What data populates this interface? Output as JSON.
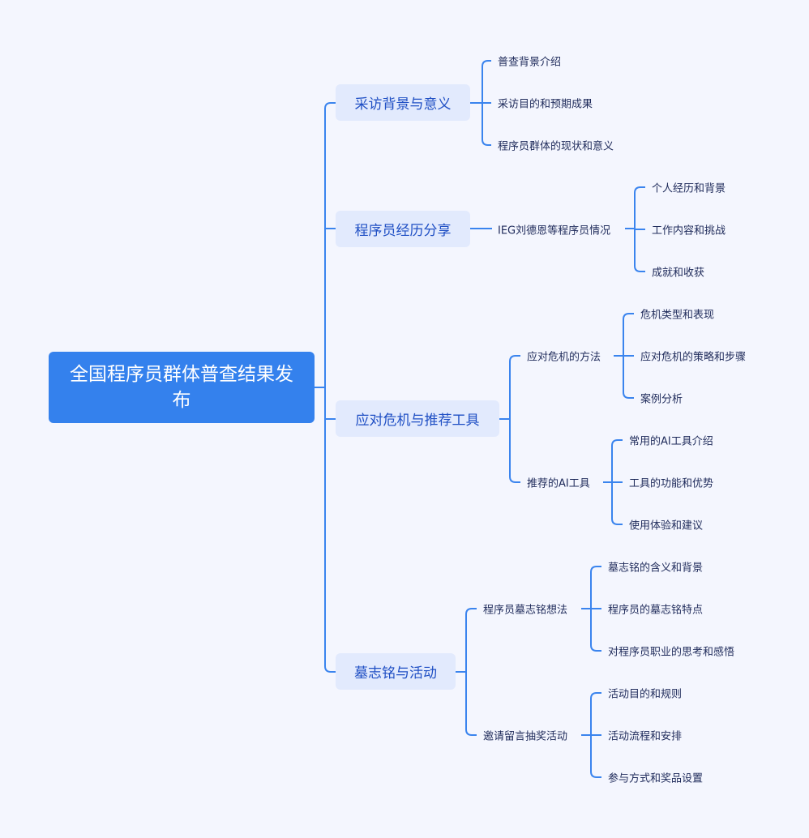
{
  "colors": {
    "background": "#f4f6fe",
    "root": "#3481ed",
    "branch_bg": "#e2eafd",
    "branch_text": "#1f4fc4",
    "leaf_text": "#1e2a5a",
    "line": "#3a84ee"
  },
  "root": {
    "title": "全国程序员群体普查结果发布"
  },
  "branches": [
    {
      "label": "采访背景与意义",
      "children": [
        {
          "label": "普查背景介绍"
        },
        {
          "label": "采访目的和预期成果"
        },
        {
          "label": "程序员群体的现状和意义"
        }
      ]
    },
    {
      "label": "程序员经历分享",
      "children": [
        {
          "label": "IEG刘德恩等程序员情况",
          "children": [
            {
              "label": "个人经历和背景"
            },
            {
              "label": "工作内容和挑战"
            },
            {
              "label": "成就和收获"
            }
          ]
        }
      ]
    },
    {
      "label": "应对危机与推荐工具",
      "children": [
        {
          "label": "应对危机的方法",
          "children": [
            {
              "label": "危机类型和表现"
            },
            {
              "label": "应对危机的策略和步骤"
            },
            {
              "label": "案例分析"
            }
          ]
        },
        {
          "label": "推荐的AI工具",
          "children": [
            {
              "label": "常用的AI工具介绍"
            },
            {
              "label": "工具的功能和优势"
            },
            {
              "label": "使用体验和建议"
            }
          ]
        }
      ]
    },
    {
      "label": "墓志铭与活动",
      "children": [
        {
          "label": "程序员墓志铭想法",
          "children": [
            {
              "label": "墓志铭的含义和背景"
            },
            {
              "label": "程序员的墓志铭特点"
            },
            {
              "label": "对程序员职业的思考和感悟"
            }
          ]
        },
        {
          "label": "邀请留言抽奖活动",
          "children": [
            {
              "label": "活动目的和规则"
            },
            {
              "label": "活动流程和安排"
            },
            {
              "label": "参与方式和奖品设置"
            }
          ]
        }
      ]
    }
  ]
}
